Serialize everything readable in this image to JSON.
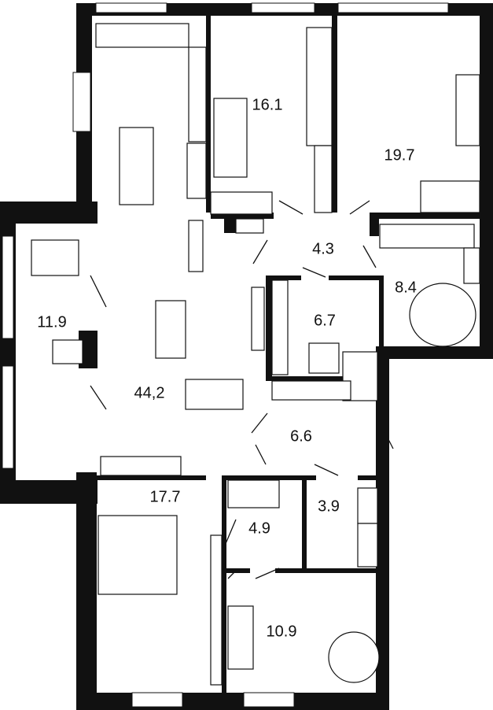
{
  "title": "Apartment floor plan",
  "rooms": [
    {
      "id": "bedroom-1",
      "area": "16.1"
    },
    {
      "id": "bedroom-2",
      "area": "19.7"
    },
    {
      "id": "hall-1",
      "area": "4.3"
    },
    {
      "id": "bathroom-1",
      "area": "8.4"
    },
    {
      "id": "wardrobe-1",
      "area": "6.7"
    },
    {
      "id": "balcony",
      "area": "11.9"
    },
    {
      "id": "living-kitchen",
      "area": "44,2"
    },
    {
      "id": "hall-2",
      "area": "6.6"
    },
    {
      "id": "bedroom-3",
      "area": "17.7"
    },
    {
      "id": "wardrobe-2",
      "area": "4.9"
    },
    {
      "id": "wc",
      "area": "3.9"
    },
    {
      "id": "bathroom-2",
      "area": "10.9"
    }
  ]
}
